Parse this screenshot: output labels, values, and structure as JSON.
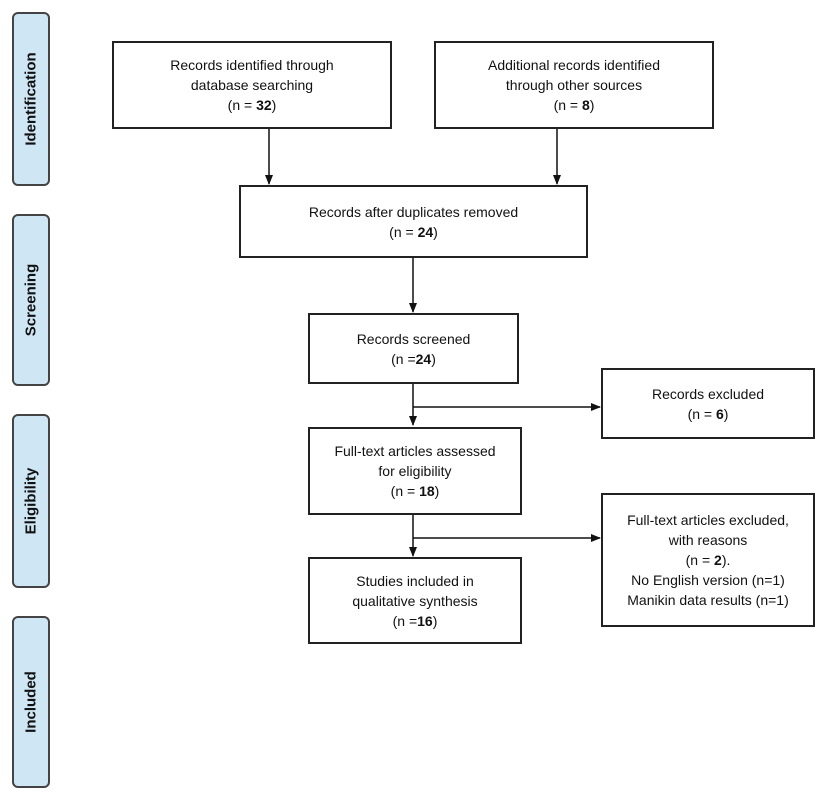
{
  "stages": {
    "identification": "Identification",
    "screening": "Screening",
    "eligibility": "Eligibility",
    "included": "Included"
  },
  "boxes": {
    "db_search": {
      "line1": "Records identified through",
      "line2": "database searching",
      "n_pre": "(n = ",
      "n_val": "32",
      "n_post": ")"
    },
    "other_sources": {
      "line1": "Additional records identified",
      "line2": "through other sources",
      "n_pre": "(n = ",
      "n_val": "8",
      "n_post": ")"
    },
    "dup_removed": {
      "line1": "Records after duplicates removed",
      "n_pre": "(n = ",
      "n_val": "24",
      "n_post": ")"
    },
    "screened": {
      "line1": "Records screened",
      "n_pre": "(n =",
      "n_val": "24",
      "n_post": ")"
    },
    "excluded": {
      "line1": "Records excluded",
      "n_pre": "(n = ",
      "n_val": "6",
      "n_post": ")"
    },
    "fulltext": {
      "line1": "Full-text articles assessed",
      "line2": "for eligibility",
      "n_pre": "(n = ",
      "n_val": "18",
      "n_post": ")"
    },
    "fulltext_excluded": {
      "line1": "Full-text articles excluded,",
      "line2": "with reasons",
      "n_pre": "(n = ",
      "n_val": "2",
      "n_post": ").",
      "reason1": "No English version (n=1)",
      "reason2": "Manikin data results (n=1)"
    },
    "included": {
      "line1": "Studies included in",
      "line2": "qualitative synthesis",
      "n_pre": "(n =",
      "n_val": "16",
      "n_post": ")"
    }
  }
}
